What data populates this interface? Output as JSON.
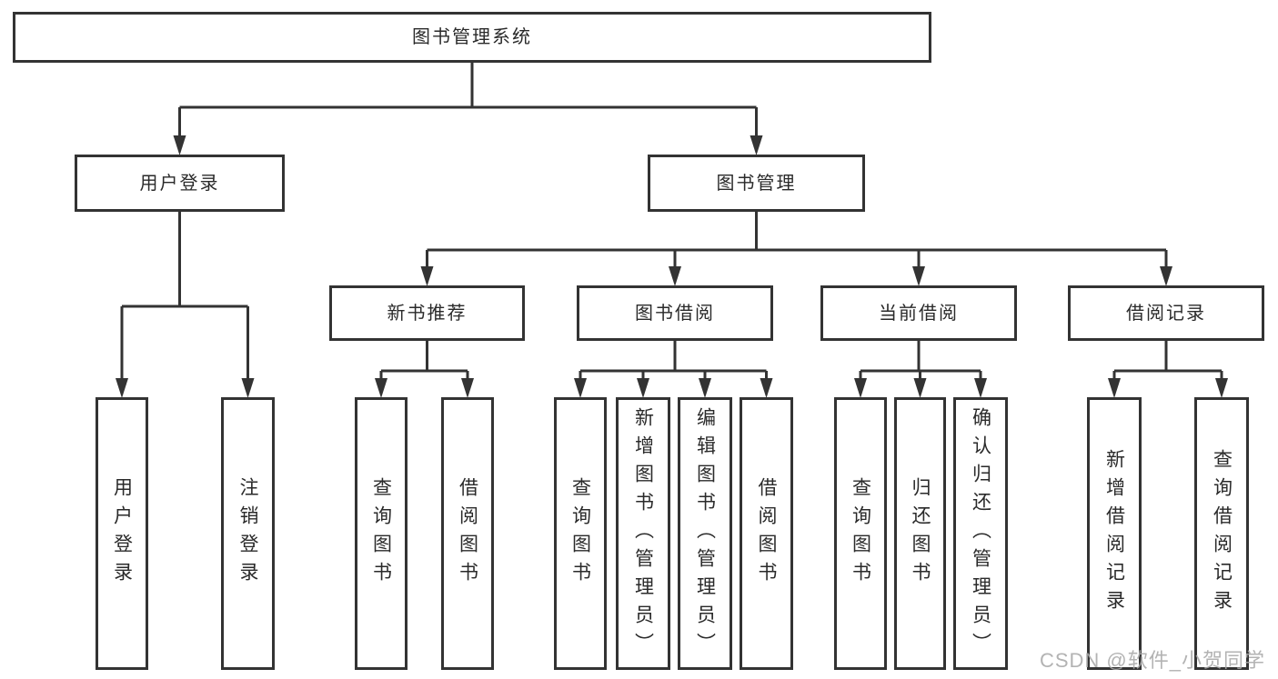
{
  "diagram_title": "图书管理系统",
  "nodes": {
    "root": "图书管理系统",
    "user_login": "用户登录",
    "book_mgmt": "图书管理",
    "new_book": "新书推荐",
    "book_borrow": "图书借阅",
    "current_borrow": "当前借阅",
    "borrow_record": "借阅记录",
    "leaf_user_login": "用户登录",
    "leaf_logout": "注销登录",
    "leaf_query_book_1": "查询图书",
    "leaf_borrow_book_1": "借阅图书",
    "leaf_query_book_2": "查询图书",
    "leaf_add_book": "新增图书（管理员）",
    "leaf_edit_book": "编辑图书（管理员）",
    "leaf_borrow_book_2": "借阅图书",
    "leaf_query_book_3": "查询图书",
    "leaf_return_book": "归还图书",
    "leaf_confirm_return": "确认归还（管理员）",
    "leaf_add_record": "新增借阅记录",
    "leaf_query_record": "查询借阅记录"
  },
  "hierarchy": {
    "图书管理系统": {
      "用户登录": [
        "用户登录",
        "注销登录"
      ],
      "图书管理": {
        "新书推荐": [
          "查询图书",
          "借阅图书"
        ],
        "图书借阅": [
          "查询图书",
          "新增图书（管理员）",
          "编辑图书（管理员）",
          "借阅图书"
        ],
        "当前借阅": [
          "查询图书",
          "归还图书",
          "确认归还（管理员）"
        ],
        "借阅记录": [
          "新增借阅记录",
          "查询借阅记录"
        ]
      }
    }
  },
  "watermark": "CSDN @软件_小贺同学",
  "colors": {
    "line": "#333333",
    "box_border": "#333333",
    "box_background": "#ffffff",
    "text": "#2a2a2a",
    "watermark": "#a8a8a8"
  }
}
